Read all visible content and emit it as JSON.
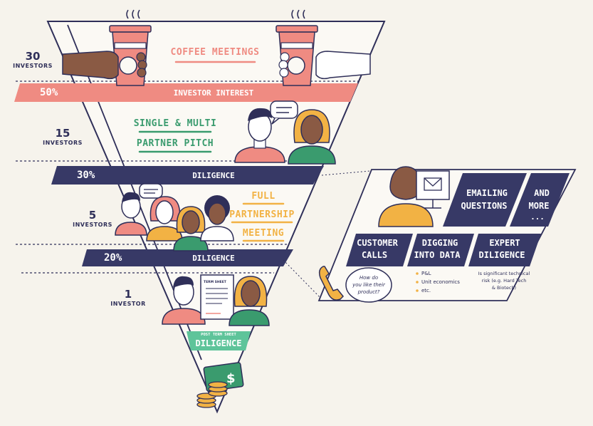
{
  "stages": [
    {
      "count": "30",
      "unit": "INVESTORS",
      "activity": "COFFEE MEETINGS"
    },
    {
      "count": "15",
      "unit": "INVESTORS",
      "activity_line1": "SINGLE & MULTI",
      "activity_line2": "PARTNER PITCH"
    },
    {
      "count": "5",
      "unit": "INVESTORS",
      "activity_line1": "FULL",
      "activity_line2": "PARTNERSHIP",
      "activity_line3": "MEETING"
    },
    {
      "count": "1",
      "unit": "INVESTOR"
    }
  ],
  "bands": [
    {
      "percent": "50%",
      "label": "INVESTOR INTEREST"
    },
    {
      "percent": "30%",
      "label": "DILIGENCE"
    },
    {
      "percent": "20%",
      "label": "DILIGENCE"
    }
  ],
  "final": {
    "sublabel": "POST TERM SHEET",
    "label": "DILIGENCE",
    "doc_title": "TERM SHEET"
  },
  "panel": {
    "emailing": [
      "EMAILING",
      "QUESTIONS"
    ],
    "more": [
      "AND",
      "MORE",
      "..."
    ],
    "customer": [
      "CUSTOMER",
      "CALLS"
    ],
    "digging": [
      "DIGGING",
      "INTO DATA"
    ],
    "expert": [
      "EXPERT",
      "DILIGENCE"
    ],
    "bubble": [
      "How do",
      "you like their",
      "product?"
    ],
    "bullets": [
      "P&L",
      "Unit economics",
      "etc."
    ],
    "expert_note": [
      "Is significant technical",
      "risk (e.g. Hard Tech",
      "& Biotech)"
    ]
  },
  "colors": {
    "navy": "#373966",
    "salmon": "#ef8b82",
    "green": "#3a9b6e",
    "orange": "#f2b244",
    "teal": "#5ec49a",
    "outline": "#2f2f59",
    "bg": "#f6f3ec"
  },
  "icons": [
    "coffee-cup-icon",
    "hand-icon",
    "person-icon",
    "speech-bubble-icon",
    "envelope-icon",
    "monitor-icon",
    "phone-icon",
    "document-icon",
    "money-icon",
    "coin-stack-icon"
  ]
}
